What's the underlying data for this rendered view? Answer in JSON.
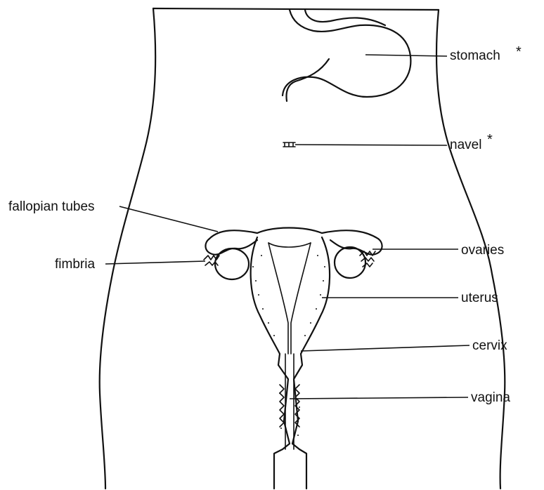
{
  "labels": {
    "stomach": "stomach",
    "navel": "navel",
    "fallopian_tubes": "fallopian tubes",
    "fimbria": "fimbria",
    "ovaries": "ovaries",
    "uterus": "uterus",
    "cervix": "cervix",
    "vagina": "vagina"
  },
  "asterisk": "*",
  "colors": {
    "ink": "#111111",
    "background": "#ffffff"
  }
}
